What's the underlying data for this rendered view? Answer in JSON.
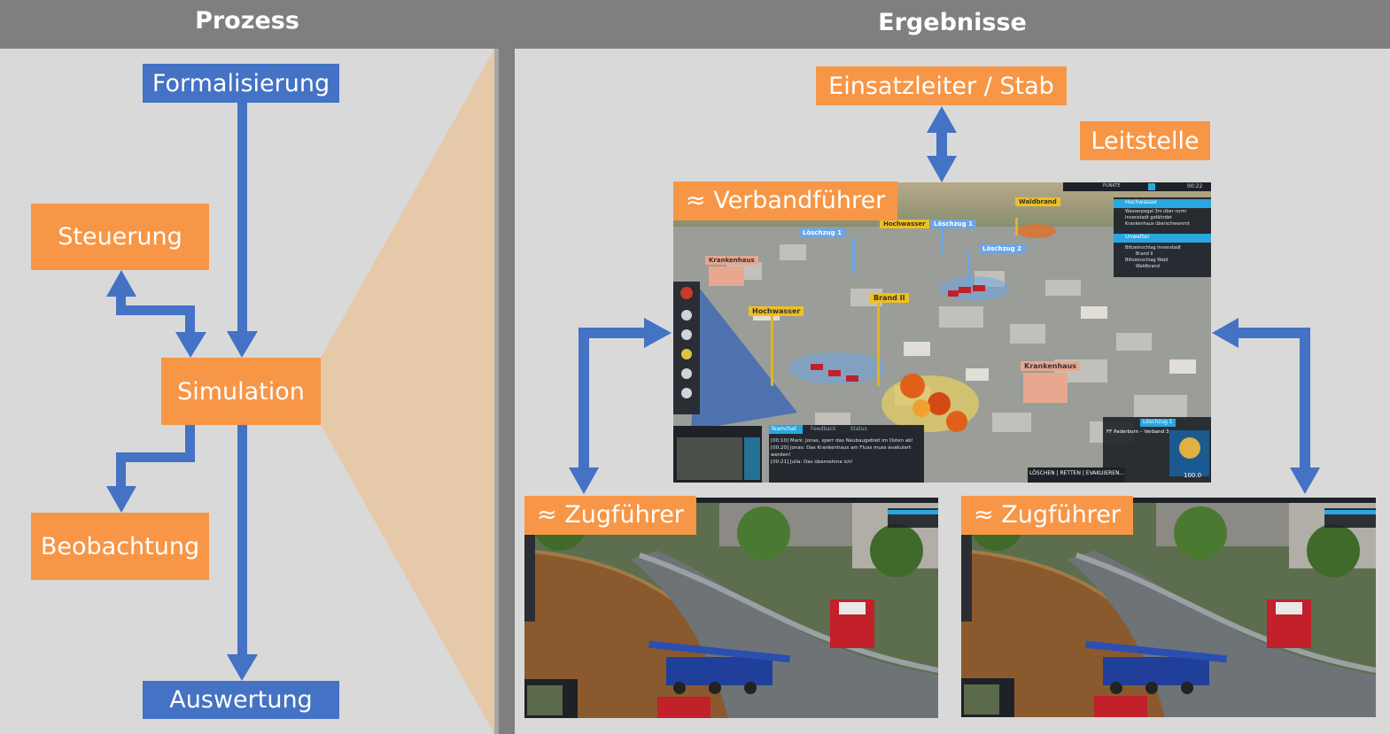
{
  "headers": {
    "left": "Prozess",
    "right": "Ergebnisse"
  },
  "process": {
    "formalisierung": "Formalisierung",
    "steuerung": "Steuerung",
    "simulation": "Simulation",
    "beobachtung": "Beobachtung",
    "auswertung": "Auswertung"
  },
  "results": {
    "einsatzleiter": "Einsatzleiter / Stab",
    "leitstelle": "Leitstelle",
    "verbandfuehrer": "≈ Verbandführer",
    "zugfuehrer_left": "≈ Zugführer",
    "zugfuehrer_right": "≈ Zugführer"
  },
  "game_ui": {
    "labels": {
      "waldbrand": "Waldbrand",
      "hochwasser_top": "Hochwasser",
      "loeschzug1_top": "Löschzug 1",
      "loeschzug2": "Löschzug 2",
      "loeschzug1b": "Löschzug 1",
      "krankenhaus_left": "Krankenhaus",
      "brand2": "Brand II",
      "hochwasser_left": "Hochwasser",
      "krankenhaus_right": "Krankenhaus"
    },
    "info_panel": {
      "hochwasser_title": "Hochwasser",
      "hochwasser_items": [
        "Wasserpegel 3m über norm",
        "Innenstadt gefährdet",
        "Krankenhaus überschwemmt"
      ],
      "unwetter_title": "Unwetter",
      "unwetter_items": [
        "Blitzeinschlag Innenstadt",
        "Brand II",
        "Blitzeinschlag Wald",
        "Waldbrand"
      ]
    },
    "chat": {
      "tabs": [
        "Teamchat",
        "Feedback",
        "Status"
      ],
      "lines": [
        "[00:10] Mark: Jonas, sperr das Neubaugebiet im Osten ab!",
        "[00:20] Jonas: Das Krankenhaus am Fluss muss evakuiert werden!",
        "[00:21] Julia: Das übernehme ich!"
      ]
    },
    "unit": {
      "name": "Löschzug 1",
      "org": "FF Paderborn – Verband 3",
      "value": "100.0"
    },
    "actions": "LÖSCHEN | RETTEN | EVAKUIEREN...",
    "timer": "00:22",
    "points": "PUNKTE"
  },
  "colors": {
    "blue": "#4472c4",
    "orange": "#f79646",
    "header": "#7f7f7f",
    "panel": "#d9d9d9",
    "funnel": "#e6c9a8"
  }
}
